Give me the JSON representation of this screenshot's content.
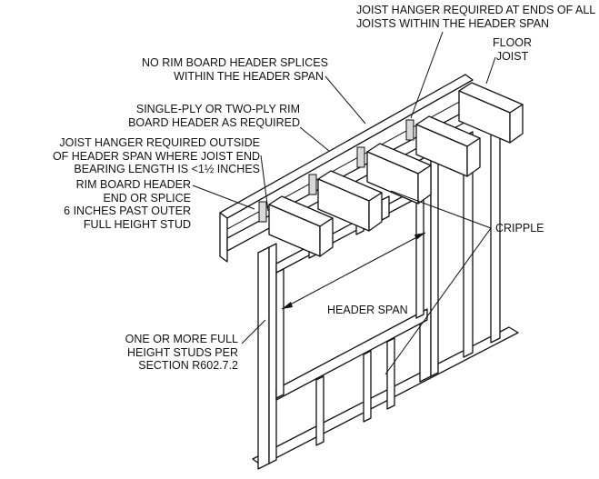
{
  "labels": {
    "joist_hanger_ends_1": "JOIST HANGER REQUIRED AT ENDS OF ALL",
    "joist_hanger_ends_2": "JOISTS WITHIN THE HEADER SPAN",
    "floor_joist_1": "FLOOR",
    "floor_joist_2": "JOIST",
    "no_rim_splices_1": "NO RIM BOARD HEADER SPLICES",
    "no_rim_splices_2": "WITHIN THE HEADER SPAN",
    "single_ply_1": "SINGLE-PLY OR TWO-PLY RIM",
    "single_ply_2": "BOARD HEADER AS REQUIRED",
    "hanger_outside_1": "JOIST HANGER REQUIRED OUTSIDE",
    "hanger_outside_2": "OF HEADER SPAN WHERE JOIST END",
    "hanger_outside_3": "BEARING LENGTH IS <1½ INCHES",
    "rim_end_1": "RIM BOARD HEADER",
    "rim_end_2": "END OR SPLICE",
    "rim_end_3": "6 INCHES PAST OUTER",
    "rim_end_4": "FULL HEIGHT STUD",
    "cripple": "CRIPPLE",
    "header_span": "HEADER SPAN",
    "full_height_1": "ONE OR MORE FULL",
    "full_height_2": "HEIGHT STUDS PER",
    "full_height_3": "SECTION R602.7.2"
  }
}
